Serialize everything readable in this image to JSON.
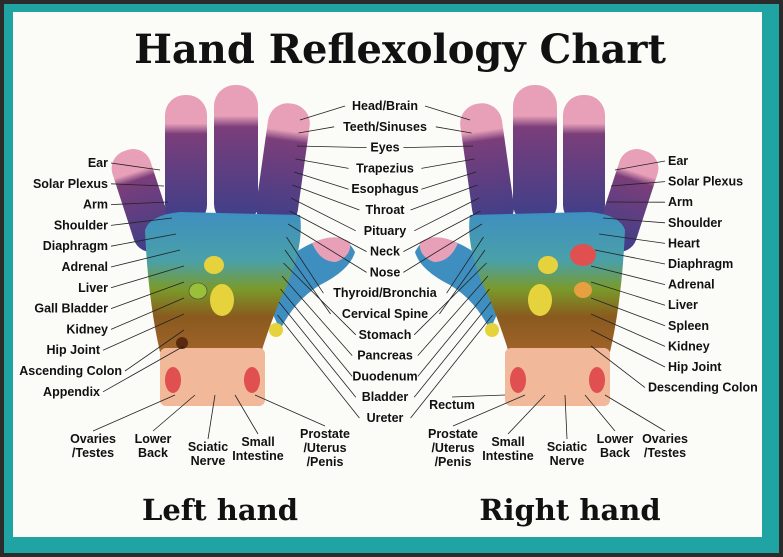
{
  "title": "Hand Reflexology Chart",
  "left_hand_label": "Left hand",
  "right_hand_label": "Right hand",
  "center_labels": [
    "Head/Brain",
    "Teeth/Sinuses",
    "Eyes",
    "Trapezius",
    "Esophagus",
    "Throat",
    "Pituary",
    "Neck",
    "Nose",
    "Thyroid/Bronchia",
    "Cervical Spine",
    "Stomach",
    "Pancreas",
    "Duodenum",
    "Bladder",
    "Ureter"
  ],
  "left_side_labels": [
    "Ear",
    "Solar Plexus",
    "Arm",
    "Shoulder",
    "Diaphragm",
    "Adrenal",
    "Liver",
    "Gall Bladder",
    "Kidney",
    "Hip Joint",
    "Ascending Colon",
    "Appendix"
  ],
  "right_side_labels": [
    "Ear",
    "Solar Plexus",
    "Arm",
    "Shoulder",
    "Heart",
    "Diaphragm",
    "Adrenal",
    "Liver",
    "Spleen",
    "Kidney",
    "Hip Joint",
    "Descending Colon"
  ],
  "left_bottom_labels": [
    [
      "Ovaries",
      "/Testes"
    ],
    [
      "Lower",
      "Back"
    ],
    [
      "Sciatic",
      "Nerve"
    ],
    [
      "Small",
      "Intestine"
    ],
    [
      "Prostate",
      "/Uterus",
      "/Penis"
    ]
  ],
  "right_bottom_labels": [
    "Rectum",
    [
      "Prostate",
      "/Uterus",
      "/Penis"
    ],
    [
      "Small",
      "Intestine"
    ],
    [
      "Sciatic",
      "Nerve"
    ],
    [
      "Lower",
      "Back"
    ],
    [
      "Ovaries",
      "/Testes"
    ]
  ],
  "colors": {
    "frame": "#1fa3a3",
    "fingertip": "#e7a0b8",
    "finger": "#3a3f8a",
    "finger_mid": "#6a4a8c",
    "palm_blue": "#3e8fc0",
    "palm_green": "#7a9a2a",
    "palm_yellow": "#e6d23c",
    "palm_brown": "#8a5a1e",
    "wrist": "#f1b89a",
    "reflex_red": "#e05050"
  }
}
